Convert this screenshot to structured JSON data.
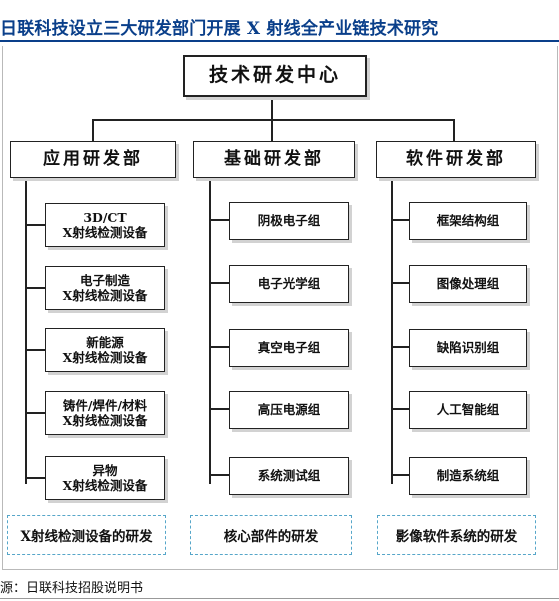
{
  "title": "日联科技设立三大研发部门开展 X 射线全产业链技术研究",
  "root": "技术研发中心",
  "departments": [
    {
      "name": "应用研发部",
      "items": [
        {
          "line1": "3D/CT",
          "line2": "X射线检测设备"
        },
        {
          "line1": "电子制造",
          "line2": "X射线检测设备"
        },
        {
          "line1": "新能源",
          "line2": "X射线检测设备"
        },
        {
          "line1": "铸件/焊件/材料",
          "line2": "X射线检测设备"
        },
        {
          "line1": "异物",
          "line2": "X射线检测设备"
        }
      ],
      "summary": "X射线检测设备的研发"
    },
    {
      "name": "基础研发部",
      "items": [
        {
          "line1": "阴极电子组"
        },
        {
          "line1": "电子光学组"
        },
        {
          "line1": "真空电子组"
        },
        {
          "line1": "高压电源组"
        },
        {
          "line1": "系统测试组"
        }
      ],
      "summary": "核心部件的研发"
    },
    {
      "name": "软件研发部",
      "items": [
        {
          "line1": "框架结构组"
        },
        {
          "line1": "图像处理组"
        },
        {
          "line1": "缺陷识别组"
        },
        {
          "line1": "人工智能组"
        },
        {
          "line1": "制造系统组"
        }
      ],
      "summary": "影像软件系统的研发"
    }
  ],
  "source": "源：日联科技招股说明书",
  "colors": {
    "title": "#0a3f8a",
    "dashed_border": "#56a6c9",
    "box_border": "#222222",
    "box_shadow": "#d2d2d2"
  }
}
